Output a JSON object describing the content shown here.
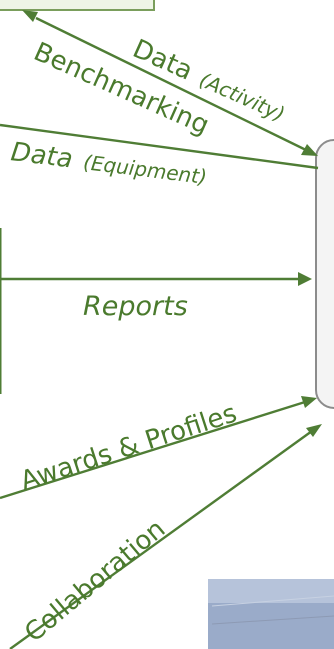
{
  "edges": {
    "data_activity": {
      "label": "Data",
      "qualifier": "(Activity)"
    },
    "benchmarking": {
      "label": "Benchmarking"
    },
    "data_equipment": {
      "label": "Data",
      "qualifier": "(Equipment)"
    },
    "reports": {
      "label": "Reports"
    },
    "awards_profiles": {
      "label": "Awards & Profiles"
    },
    "collaboration": {
      "label": "Collaboration"
    }
  },
  "colors": {
    "edge": "#4f7d35",
    "text": "#4a7a2d",
    "top_box": "#eef5e6",
    "right_box": "#f4f4f4"
  }
}
